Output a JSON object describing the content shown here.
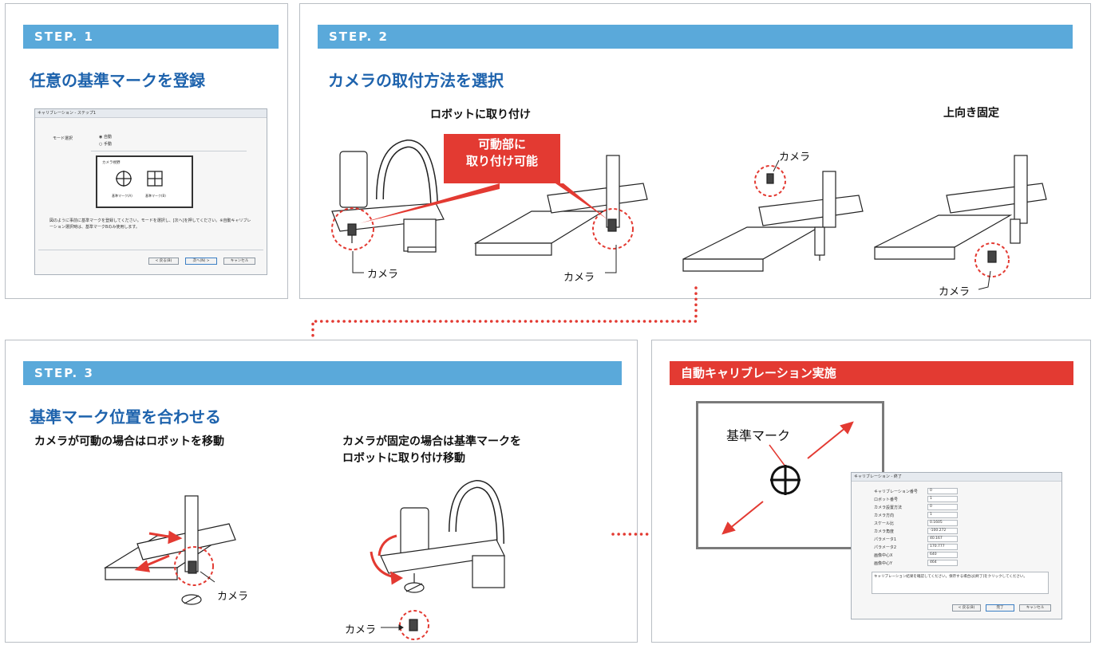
{
  "step1": {
    "bar": "STEP. 1",
    "title": "任意の基準マークを登録",
    "dialog": {
      "title": "キャリブレーション - ステップ1",
      "mode_label": "モード選択",
      "opt_auto": "自動",
      "opt_manual": "手動",
      "box_label": "カメラ視野",
      "mark1": "基準マーク(A)",
      "mark2": "基準マーク(B)",
      "note": "図のように事前に基準マークを登録してください。モードを選択し、[次へ]を押してください。※自動キャリブレーション選択時は、基準マークBのみ使用します。",
      "btn_back": "< 戻る(B)",
      "btn_next": "次へ(N) >",
      "btn_cancel": "キャンセル"
    }
  },
  "step2": {
    "bar": "STEP. 2",
    "title": "カメラの取付方法を選択",
    "sub_robot": "ロボットに取り付け",
    "sub_up": "上向き固定",
    "callout_line1": "可動部に",
    "callout_line2": "取り付け可能",
    "camera": "カメラ"
  },
  "step3": {
    "bar": "STEP. 3",
    "title": "基準マーク位置を合わせる",
    "sub_left": "カメラが可動の場合はロボットを移動",
    "sub_right1": "カメラが固定の場合は基準マークを",
    "sub_right2": "ロボットに取り付け移動",
    "camera": "カメラ"
  },
  "auto": {
    "bar": "自動キャリブレーション実施",
    "mark_label": "基準マーク",
    "dialog": {
      "title": "キャリブレーション - 終了",
      "rows": [
        {
          "label": "キャリブレーション番号",
          "value": "0"
        },
        {
          "label": "ロボット番号",
          "value": "1"
        },
        {
          "label": "カメラ設置方法",
          "value": "0"
        },
        {
          "label": "カメラ方向",
          "value": "1"
        },
        {
          "label": "スケール比",
          "value": "0.1605"
        },
        {
          "label": "カメラ角度",
          "value": "-100.272"
        },
        {
          "label": "パラメータ1",
          "value": "40.167"
        },
        {
          "label": "パラメータ2",
          "value": "170.777"
        },
        {
          "label": "画像中心X",
          "value": "640"
        },
        {
          "label": "画像中心Y",
          "value": "464"
        }
      ],
      "note": "キャリブレーション結果を確認してください。保存する場合は[終了]をクリックしてください。",
      "btn_back": "< 戻る(B)",
      "btn_finish": "完了",
      "btn_cancel": "キャンセル"
    }
  },
  "colors": {
    "blue_bar": "#5aa9da",
    "red_bar": "#e33a32",
    "title_blue": "#1e63ad",
    "arrow_red": "#e33a32"
  }
}
